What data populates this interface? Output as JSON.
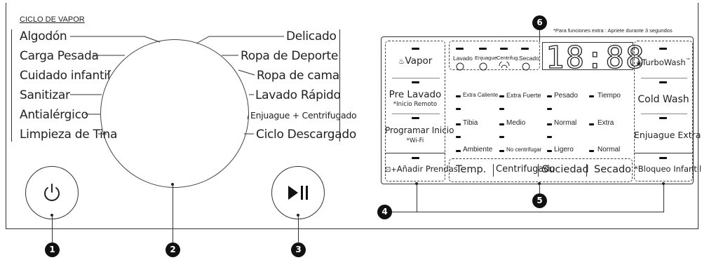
{
  "panel_title": "CICLO DE VAPOR",
  "extra_note": "*Para funciones extra : Apriete durante 3 segundos",
  "cycles_left": [
    "Algodón",
    "Carga Pesada",
    "Cuidado infantil",
    "Sanitizar",
    "Antialérgico",
    "Limpieza de Tina"
  ],
  "cycles_right": [
    "Delicado",
    "Ropa de Deporte",
    "Ropa de cama",
    "Lavado Rápido",
    "Enjuague + Centrifugado",
    "Ciclo Descargado"
  ],
  "left_buttons": {
    "vapor": "Vapor",
    "pre_lavado": "Pre Lavado",
    "pre_lavado_sub": "*Inicio Remoto",
    "programar": "Programar Inicio",
    "programar_sub": "*Wi-Fi",
    "anadir": "Añadir Prendas"
  },
  "status_labels": [
    "Lavado",
    "Enjuague",
    "Centrifug.",
    "Secado"
  ],
  "display": "18:88",
  "options": {
    "temp": [
      "Extra Caliente",
      "Tibia",
      "Ambiente"
    ],
    "spin": [
      "Extra Fuerte",
      "Medio",
      "No centrifugar"
    ],
    "soil": [
      "Pesado",
      "Normal",
      "Ligero"
    ],
    "dry": [
      "Tiempo",
      "Extra",
      "Normal"
    ]
  },
  "bottom_row": [
    "Temp.",
    "Centrifugado",
    "Suciedad",
    "Secado"
  ],
  "right_buttons": {
    "turbowash": "TurboWash",
    "turbowash_tm": "™",
    "cold_wash": "Cold Wash",
    "enjuague_extra": "Enjuague Extra",
    "bloqueo": "*Bloqueo Infantil"
  },
  "callouts": [
    "1",
    "2",
    "3",
    "4",
    "5",
    "6"
  ]
}
